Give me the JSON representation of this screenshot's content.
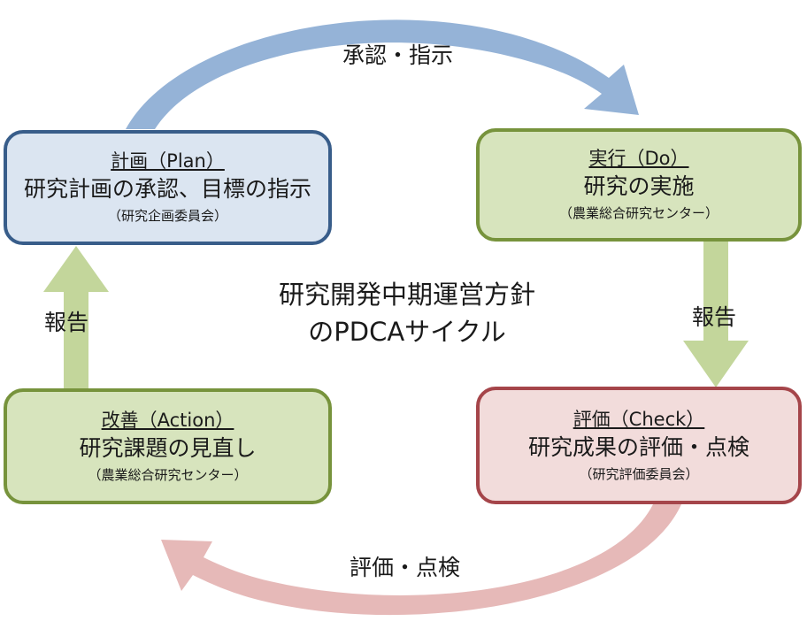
{
  "colors": {
    "plan_fill": "#dbe5f1",
    "plan_border": "#385d8a",
    "green_fill": "#d7e4bd",
    "green_border": "#77933c",
    "check_fill": "#f2dcdb",
    "check_border": "#a5454a",
    "arrow_blue": "#95b3d7",
    "arrow_green": "#c3d69b",
    "arrow_red": "#e6b9b8"
  },
  "center": {
    "line1": "研究開発中期運営方針",
    "line2": "のPDCAサイクル"
  },
  "boxes": {
    "plan": {
      "head": "計画（Plan）",
      "main": "研究計画の承認、目標の指示",
      "sub": "（研究企画委員会）"
    },
    "do": {
      "head": "実行（Do）",
      "main": "研究の実施",
      "sub": "（農業総合研究センター）"
    },
    "check": {
      "head": "評価（Check）",
      "main": "研究成果の評価・点検",
      "sub": "（研究評価委員会）"
    },
    "action": {
      "head": "改善（Action）",
      "main": "研究課題の見直し",
      "sub": "（農業総合研究センター）"
    }
  },
  "arrows": {
    "plan_to_do": "承認・指示",
    "do_to_check": "報告",
    "check_to_action": "評価・点検",
    "action_to_plan": "報告"
  }
}
